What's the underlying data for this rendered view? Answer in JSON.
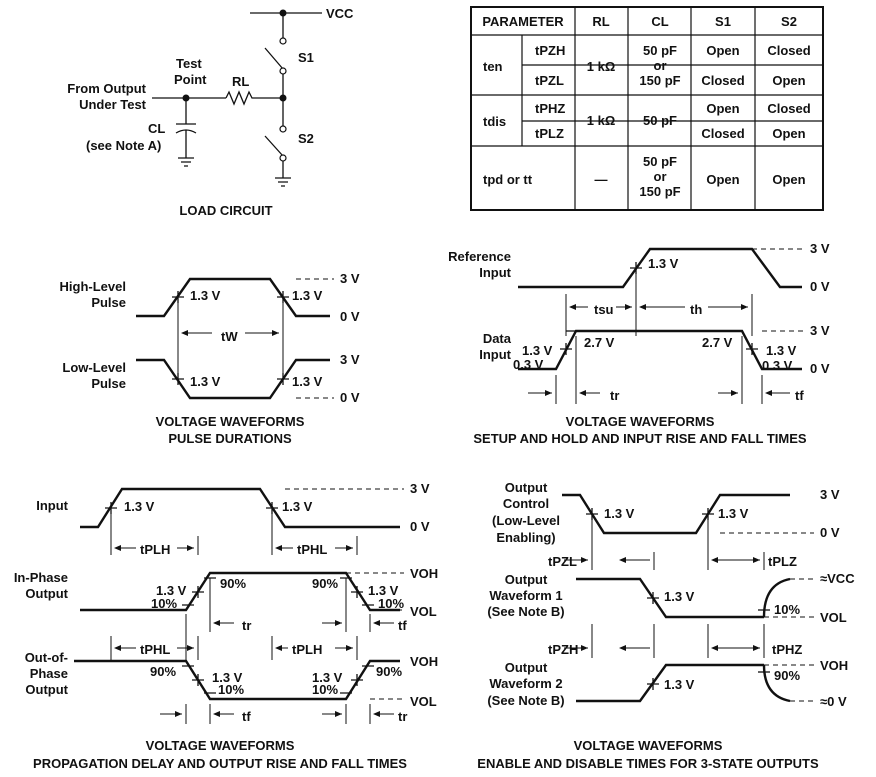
{
  "load_circuit": {
    "vcc": "VCC",
    "s1": "S1",
    "s2": "S2",
    "rl": "RL",
    "test_point_1": "Test",
    "test_point_2": "Point",
    "from_output_1": "From Output",
    "from_output_2": "Under Test",
    "cl": "CL",
    "note_a": "(see Note A)",
    "caption": "LOAD CIRCUIT"
  },
  "table": {
    "headers": [
      "PARAMETER",
      "RL",
      "CL",
      "S1",
      "S2"
    ],
    "ten": "ten",
    "tpzh": "tPZH",
    "tpzl": "tPZL",
    "tdis": "tdis",
    "tphz": "tPHZ",
    "tplz": "tPLZ",
    "tpd": "tpd or tt",
    "rl_1k_a": "1 kΩ",
    "rl_1k_b": "1 kΩ",
    "rl_dash": "—",
    "cl_a1": "50 pF",
    "cl_a2": "or",
    "cl_a3": "150 pF",
    "cl_b": "50 pF",
    "cl_c1": "50 pF",
    "cl_c2": "or",
    "cl_c3": "150 pF",
    "r1_s1": "Open",
    "r1_s2": "Closed",
    "r2_s1": "Closed",
    "r2_s2": "Open",
    "r3_s1": "Open",
    "r3_s2": "Closed",
    "r4_s1": "Closed",
    "r4_s2": "Open",
    "r5_s1": "Open",
    "r5_s2": "Open"
  },
  "pulse": {
    "high_1": "High-Level",
    "high_2": "Pulse",
    "low_1": "Low-Level",
    "low_2": "Pulse",
    "v13_a": "1.3 V",
    "v13_b": "1.3 V",
    "v13_c": "1.3 V",
    "v13_d": "1.3 V",
    "v3_a": "3 V",
    "v0_a": "0 V",
    "v3_b": "3 V",
    "v0_b": "0 V",
    "tw": "tW",
    "caption_1": "VOLTAGE WAVEFORMS",
    "caption_2": "PULSE DURATIONS"
  },
  "setup": {
    "ref_1": "Reference",
    "ref_2": "Input",
    "data_1": "Data",
    "data_2": "Input",
    "v13_ref": "1.3 V",
    "v3_a": "3 V",
    "v0_a": "0 V",
    "v3_b": "3 V",
    "v0_b": "0 V",
    "tsu": "tsu",
    "th": "th",
    "v27_a": "2.7 V",
    "v27_b": "2.7 V",
    "v13_a": "1.3 V",
    "v13_b": "1.3 V",
    "v03_a": "0.3 V",
    "v03_b": "0.3 V",
    "tr": "tr",
    "tf": "tf",
    "caption_1": "VOLTAGE WAVEFORMS",
    "caption_2": "SETUP AND HOLD AND INPUT RISE AND FALL TIMES"
  },
  "prop": {
    "input": "Input",
    "v13_in_a": "1.3 V",
    "v13_in_b": "1.3 V",
    "v3": "3 V",
    "v0": "0 V",
    "tplh_a": "tPLH",
    "tphl_a": "tPHL",
    "inphase_1": "In-Phase",
    "inphase_2": "Output",
    "v13_ip": "1.3 V",
    "v13_ip_b": "1.3 V",
    "p10_a": "10%",
    "p90_a": "90%",
    "p90_b": "90%",
    "p10_b": "10%",
    "voh_a": "VOH",
    "vol_a": "VOL",
    "tr_a": "tr",
    "tf_a": "tf",
    "tphl_b": "tPHL",
    "tplh_b": "tPLH",
    "outphase_1": "Out-of-",
    "outphase_2": "Phase",
    "outphase_3": "Output",
    "p90_c": "90%",
    "v13_op_a": "1.3 V",
    "p10_c": "10%",
    "p10_d": "10%",
    "v13_op_b": "1.3 V",
    "p90_d": "90%",
    "voh_b": "VOH",
    "vol_b": "VOL",
    "tf_b": "tf",
    "tr_b": "tr",
    "caption_1": "VOLTAGE WAVEFORMS",
    "caption_2": "PROPAGATION DELAY AND OUTPUT RISE AND FALL TIMES"
  },
  "enable": {
    "oc_1": "Output",
    "oc_2": "Control",
    "oc_3": "(Low-Level",
    "oc_4": "Enabling)",
    "v13_a": "1.3 V",
    "v13_b": "1.3 V",
    "v3": "3 V",
    "v0": "0 V",
    "tpzl": "tPZL",
    "tplz": "tPLZ",
    "w1_1": "Output",
    "w1_2": "Waveform 1",
    "w1_3": "(See Note B)",
    "v13_w1": "1.3 V",
    "vcc": "≈VCC",
    "p10": "10%",
    "vol": "VOL",
    "tpzh": "tPZH",
    "tphz": "tPHZ",
    "w2_1": "Output",
    "w2_2": "Waveform 2",
    "w2_3": "(See Note B)",
    "v13_w2": "1.3 V",
    "voh": "VOH",
    "p90": "90%",
    "v0_w2": "≈0 V",
    "caption_1": "VOLTAGE WAVEFORMS",
    "caption_2": "ENABLE AND DISABLE TIMES FOR 3-STATE OUTPUTS"
  }
}
